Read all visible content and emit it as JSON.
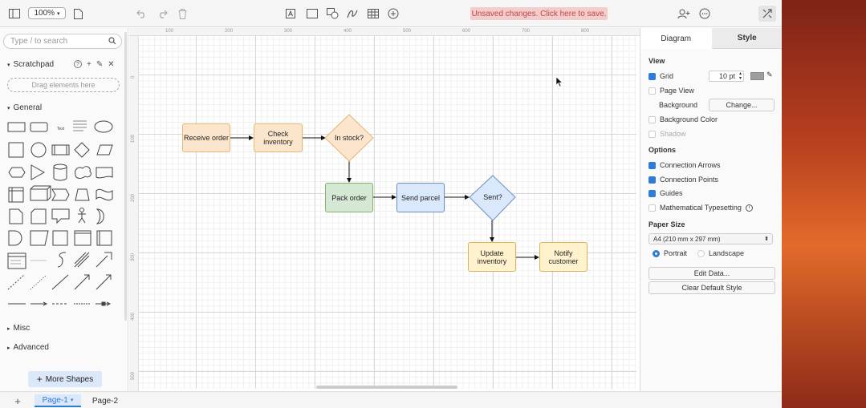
{
  "toolbar": {
    "zoom": "100%",
    "unsaved_label": "Unsaved changes. Click here to save."
  },
  "sidebar": {
    "search_placeholder": "Type / to search",
    "scratchpad_label": "Scratchpad",
    "scratchpad_help": "?",
    "scratchpad_add": "+",
    "drag_hint": "Drag elements here",
    "general_label": "General",
    "shape_text": "Text",
    "misc_label": "Misc",
    "advanced_label": "Advanced",
    "more_shapes_label": "More Shapes"
  },
  "diagram": {
    "nodes": {
      "receive": "Receive order",
      "check": "Check inventory",
      "instock": "In stock?",
      "pack": "Pack order",
      "send": "Send parcel",
      "sent": "Sent?",
      "update": "Update inventory",
      "notify": "Notify customer"
    },
    "ruler_top": [
      "100",
      "200",
      "300",
      "400",
      "500",
      "600",
      "700",
      "800"
    ],
    "ruler_left": [
      "0",
      "100",
      "200",
      "300",
      "400",
      "500"
    ]
  },
  "panel": {
    "tab_diagram": "Diagram",
    "tab_style": "Style",
    "view_heading": "View",
    "grid_label": "Grid",
    "grid_size": "10 pt",
    "page_view_label": "Page View",
    "background_label": "Background",
    "change_label": "Change...",
    "background_color_label": "Background Color",
    "shadow_label": "Shadow",
    "options_heading": "Options",
    "connection_arrows": "Connection Arrows",
    "connection_points": "Connection Points",
    "guides": "Guides",
    "math_typesetting": "Mathematical Typesetting",
    "paper_size_heading": "Paper Size",
    "paper_size_value": "A4 (210 mm x 297 mm)",
    "portrait_label": "Portrait",
    "landscape_label": "Landscape",
    "edit_data_label": "Edit Data...",
    "clear_style_label": "Clear Default Style"
  },
  "pages": {
    "add": "+",
    "page1": "Page-1",
    "page2": "Page-2"
  },
  "colors": {
    "orange_fill": "#fce5cd",
    "orange_stroke": "#e6b872",
    "green_fill": "#d5e8d4",
    "green_stroke": "#82b366",
    "blue_fill": "#dae8fc",
    "blue_stroke": "#6c8ebf",
    "yellow_fill": "#fff2cc",
    "yellow_stroke": "#d6b656",
    "unsaved_bg": "#f4cccc",
    "accent": "#2f7bd8"
  }
}
